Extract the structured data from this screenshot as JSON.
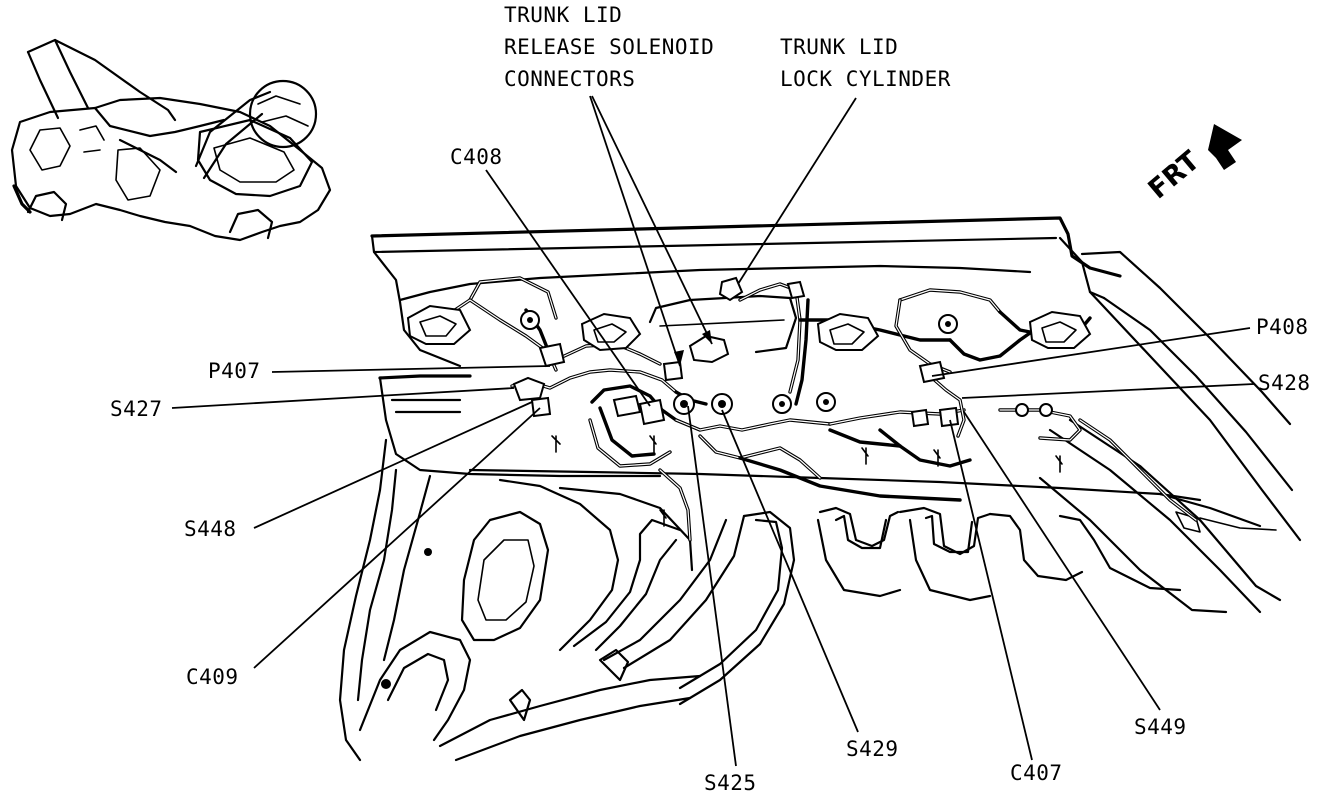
{
  "labels": {
    "solenoid_line1": "TRUNK LID",
    "solenoid_line2": "RELEASE SOLENOID",
    "solenoid_line3": "CONNECTORS",
    "lock_line1": "TRUNK LID",
    "lock_line2": "LOCK CYLINDER",
    "frt": "FRT",
    "c408": "C408",
    "p407": "P407",
    "s427": "S427",
    "s448": "S448",
    "c409": "C409",
    "s425": "S425",
    "s429": "S429",
    "c407": "C407",
    "s449": "S449",
    "p408": "P408",
    "s428": "S428"
  },
  "icons": {
    "frt_arrow": "front-direction-arrow-icon",
    "locator": "vehicle-locator-icon"
  },
  "colors": {
    "ink": "#000000",
    "paper": "#ffffff"
  }
}
